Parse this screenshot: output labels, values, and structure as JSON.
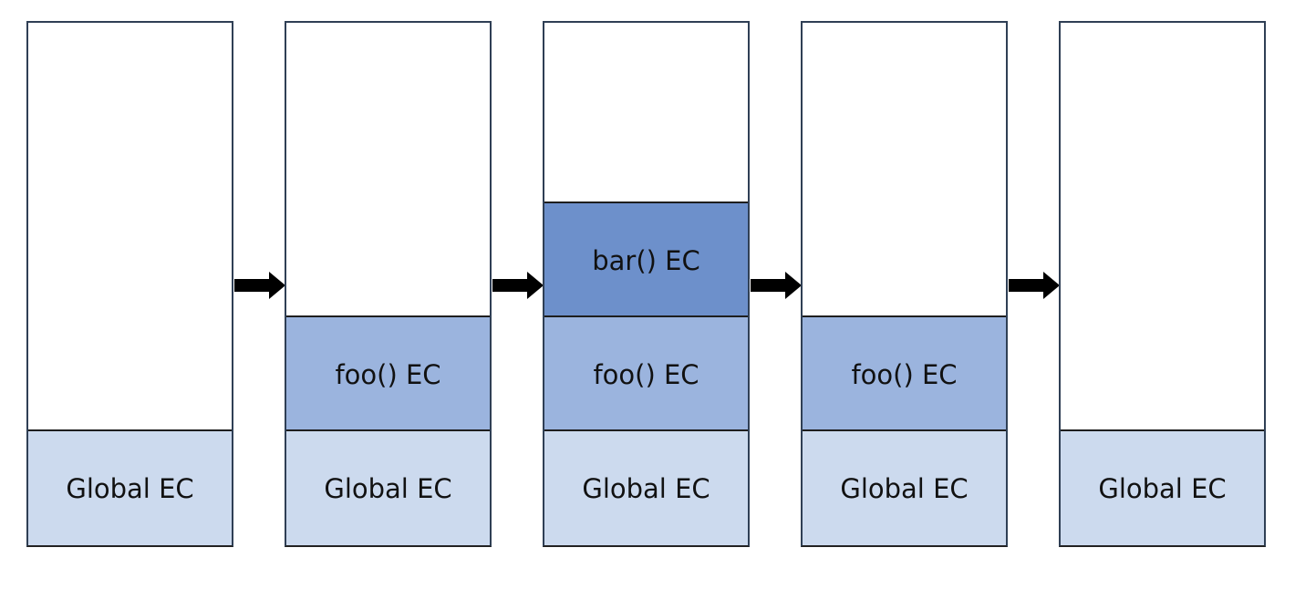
{
  "stacks": [
    {
      "frames": [
        "Global EC"
      ]
    },
    {
      "frames": [
        "Global EC",
        "foo() EC"
      ]
    },
    {
      "frames": [
        "Global EC",
        "foo() EC",
        "bar() EC"
      ]
    },
    {
      "frames": [
        "Global EC",
        "foo() EC"
      ]
    },
    {
      "frames": [
        "Global EC"
      ]
    }
  ],
  "colors": {
    "global": "#ccdaee",
    "foo": "#9bb4de",
    "bar": "#6d90cb",
    "arrow": "#000000"
  }
}
